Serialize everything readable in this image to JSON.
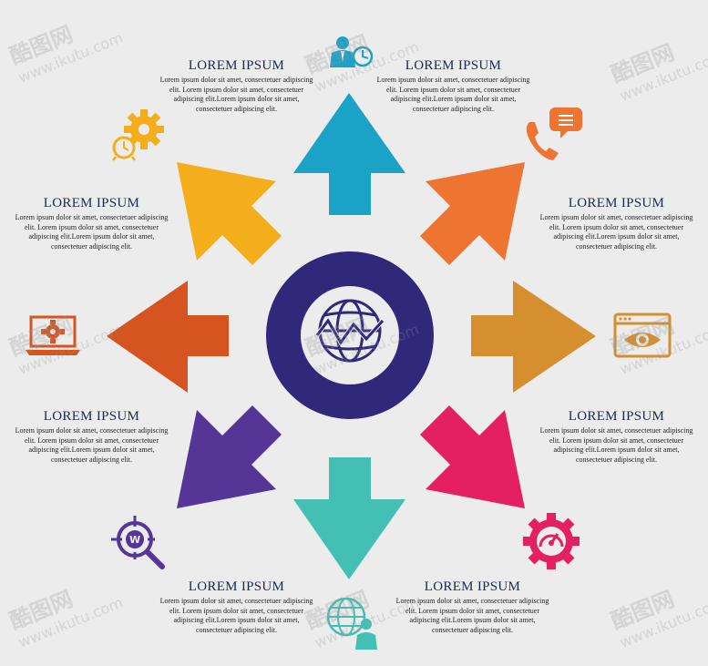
{
  "diagram": {
    "center_icon": "globe-chart-icon",
    "colors": {
      "ring": "#32287a",
      "up": "#1ba2c7",
      "up_right": "#ee7432",
      "right": "#d68f2e",
      "down_right": "#e41f62",
      "down": "#44bfb3",
      "down_left": "#553596",
      "left": "#d6541f",
      "up_left": "#f5ae1b"
    },
    "blocks": [
      {
        "id": "top-left",
        "title": "LOREM IPSUM",
        "body": "Lorem ipsum dolor sit amet, consectetuer adipiscing elit. Lorem ipsum dolor sit amet, consectetuer adipiscing elit.Lorem ipsum dolor sit amet, consectetuer adipiscing elit."
      },
      {
        "id": "top-right",
        "title": "LOREM IPSUM",
        "body": "Lorem ipsum dolor sit amet, consectetuer adipiscing elit. Lorem ipsum dolor sit amet, consectetuer adipiscing elit.Lorem ipsum dolor sit amet, consectetuer adipiscing elit."
      },
      {
        "id": "upper-left",
        "title": "LOREM IPSUM",
        "body": "Lorem ipsum dolor sit amet, consectetuer adipiscing elit. Lorem ipsum dolor sit amet, consectetuer adipiscing elit.Lorem ipsum dolor sit amet, consectetuer adipiscing elit."
      },
      {
        "id": "upper-right",
        "title": "LOREM IPSUM",
        "body": "Lorem ipsum dolor sit amet, consectetuer adipiscing elit. Lorem ipsum dolor sit amet, consectetuer adipiscing elit.Lorem ipsum dolor sit amet, consectetuer adipiscing elit."
      },
      {
        "id": "lower-left",
        "title": "LOREM IPSUM",
        "body": "Lorem ipsum dolor sit amet, consectetuer adipiscing elit. Lorem ipsum dolor sit amet, consectetuer adipiscing elit.Lorem ipsum dolor sit amet, consectetuer adipiscing elit."
      },
      {
        "id": "lower-right",
        "title": "LOREM IPSUM",
        "body": "Lorem ipsum dolor sit amet, consectetuer adipiscing elit. Lorem ipsum dolor sit amet, consectetuer adipiscing elit.Lorem ipsum dolor sit amet, consectetuer adipiscing elit."
      },
      {
        "id": "bottom-left",
        "title": "LOREM IPSUM",
        "body": "Lorem ipsum dolor sit amet, consectetuer adipiscing elit. Lorem ipsum dolor sit amet, consectetuer adipiscing elit.Lorem ipsum dolor sit amet, consectetuer adipiscing elit."
      },
      {
        "id": "bottom-right",
        "title": "LOREM IPSUM",
        "body": "Lorem ipsum dolor sit amet, consectetuer adipiscing elit. Lorem ipsum dolor sit amet, consectetuer adipiscing elit.Lorem ipsum dolor sit amet, consectetuer adipiscing elit."
      }
    ],
    "icons": [
      "businessman-clock-icon",
      "phone-chat-icon",
      "browser-eye-icon",
      "speedometer-gear-icon",
      "globe-person-icon",
      "target-search-icon",
      "laptop-gear-icon",
      "gear-alarm-clock-icon"
    ]
  },
  "watermark": {
    "brand": "酷图网",
    "url": "www.ikutu.com"
  }
}
